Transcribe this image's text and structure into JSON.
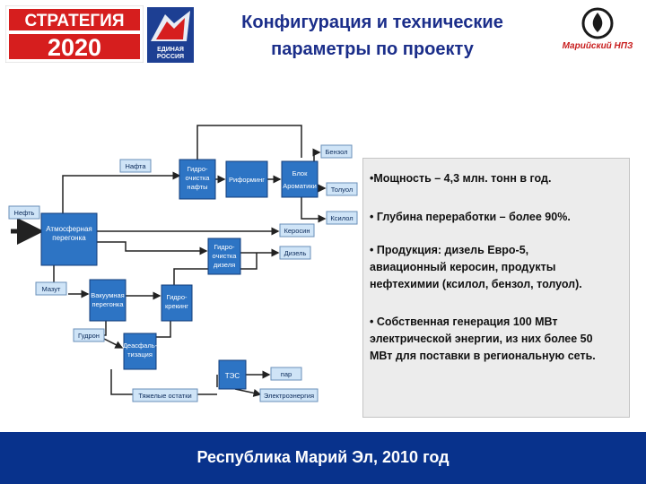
{
  "header": {
    "logo_strategy_top": "СТРАТЕГИЯ",
    "logo_strategy_year": "2020",
    "party_logo_text": "ЕДИНАЯ РОССИЯ",
    "title_line1": "Конфигурация и технические",
    "title_line2": "параметры по проекту",
    "company_logo_text": "Марийский НПЗ"
  },
  "diagram": {
    "units": {
      "atmospheric": [
        "Атмосферная",
        "перегонка"
      ],
      "hydrotreat_naphtha": [
        "Гидро-",
        "очистка",
        "нафты"
      ],
      "reformer": [
        "Риформинг"
      ],
      "aromatics": [
        "Блок",
        "Ароматики"
      ],
      "hydrotreat_diesel": [
        "Гидро-",
        "очистка",
        "дизеля"
      ],
      "vacuum": [
        "Вакуумная",
        "перегонка"
      ],
      "hydrocracking": [
        "Гидро-",
        "крекинг"
      ],
      "deasphalting": [
        "Деасфаль-",
        "тизация"
      ],
      "tes": [
        "ТЭС"
      ]
    },
    "labels": {
      "neft": "Нефть",
      "nafta": "Нафта",
      "benzol": "Бензол",
      "toluol": "Толуол",
      "ksilol": "Ксилол",
      "kerosin": "Керосин",
      "dizel": "Дизель",
      "mazut": "Мазут",
      "gudron": "Гудрон",
      "par": "пар",
      "heavy": "Тяжелые остатки",
      "electro": "Электроэнергия"
    }
  },
  "bullets": [
    [
      "•Мощность – 4,3 млн. тонн  в год."
    ],
    [
      "• Глубина переработки – более 90%."
    ],
    [
      "• Продукция: дизель  Евро-5,",
      "авиационный керосин, продукты",
      "нефтехимии (ксилол, бензол, толуол)."
    ],
    [
      "• Собственная генерация 100 МВт",
      "электрической энергии,  из них более 50",
      "МВт для поставки в региональную сеть."
    ]
  ],
  "footer": {
    "text": "Республика Марий Эл, 2010 год"
  },
  "colors": {
    "title": "#1b2e8a",
    "footer_bg": "#08328c",
    "unit_fill": "#2d74c4",
    "label_fill": "#cfe4f7",
    "accent_red": "#d81e1e"
  }
}
